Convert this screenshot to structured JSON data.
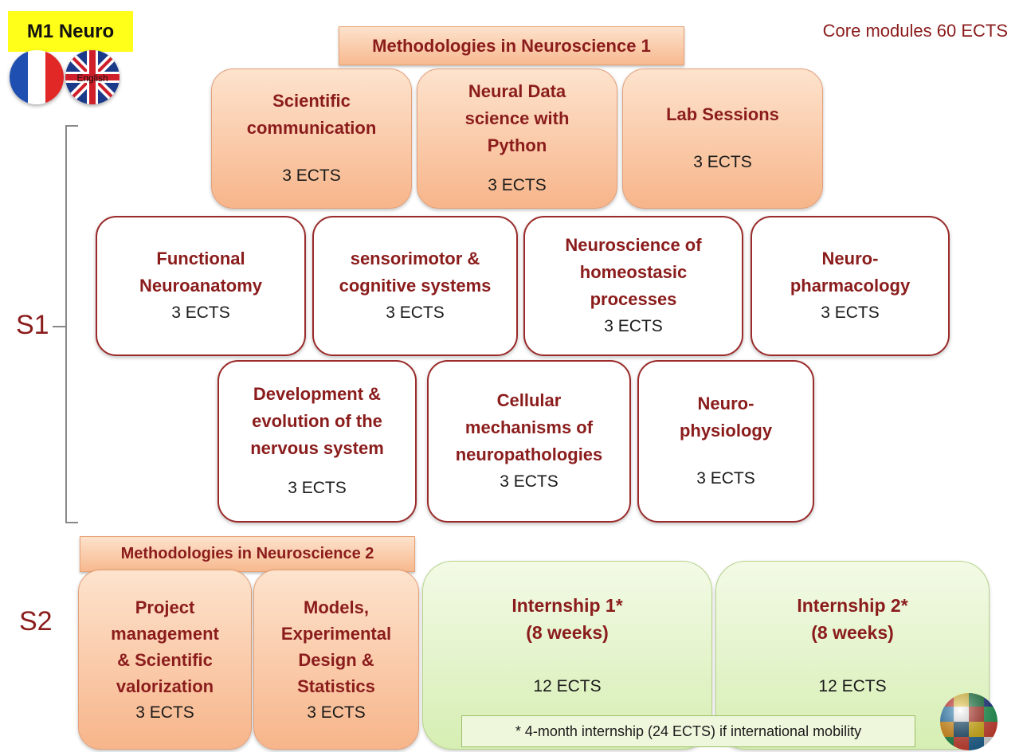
{
  "header": {
    "badge": "M1 Neuro",
    "core": "Core modules 60 ECTS",
    "flag_label": "English"
  },
  "methodologies": {
    "m1": "Methodologies in Neuroscience 1",
    "m2": "Methodologies in Neuroscience 2"
  },
  "semesters": {
    "s1": "S1",
    "s2": "S2"
  },
  "s1_core": [
    {
      "title": [
        "Scientific",
        "communication"
      ],
      "ects": "3 ECTS"
    },
    {
      "title": [
        "Neural Data",
        "science with",
        "Python"
      ],
      "ects": "3 ECTS"
    },
    {
      "title": [
        "Lab Sessions"
      ],
      "ects": "3 ECTS"
    }
  ],
  "s1_row2": [
    {
      "title": [
        "Functional",
        "Neuroanatomy"
      ],
      "ects": "3 ECTS"
    },
    {
      "title": [
        "sensorimotor &",
        "cognitive systems"
      ],
      "ects": "3 ECTS"
    },
    {
      "title": [
        "Neuroscience of",
        "homeostasic",
        "processes"
      ],
      "ects": "3 ECTS"
    },
    {
      "title": [
        "Neuro-",
        "pharmacology"
      ],
      "ects": "3 ECTS"
    }
  ],
  "s1_row3": [
    {
      "title": [
        "Development &",
        "evolution of the",
        "nervous system"
      ],
      "ects": "3 ECTS"
    },
    {
      "title": [
        "Cellular",
        "mechanisms of",
        "neuropathologies"
      ],
      "ects": "3 ECTS"
    },
    {
      "title": [
        "Neuro-",
        "physiology"
      ],
      "ects": "3 ECTS"
    }
  ],
  "s2_core": [
    {
      "title": [
        "Project",
        "management",
        "& Scientific",
        "valorization"
      ],
      "ects": "3 ECTS"
    },
    {
      "title": [
        "Models,",
        "Experimental",
        "Design &",
        "Statistics"
      ],
      "ects": "3 ECTS"
    }
  ],
  "internships": [
    {
      "title": [
        "Internship 1*",
        "(8 weeks)"
      ],
      "ects": "12 ECTS"
    },
    {
      "title": [
        "Internship 2*",
        "(8 weeks)"
      ],
      "ects": "12 ECTS"
    }
  ],
  "footnote": "* 4-month internship (24 ECTS) if international mobility",
  "colors": {
    "accent": "#8b1c1c",
    "badge": "#ffff1a",
    "orange": "#f7b58a",
    "green": "#d6eeb3"
  }
}
